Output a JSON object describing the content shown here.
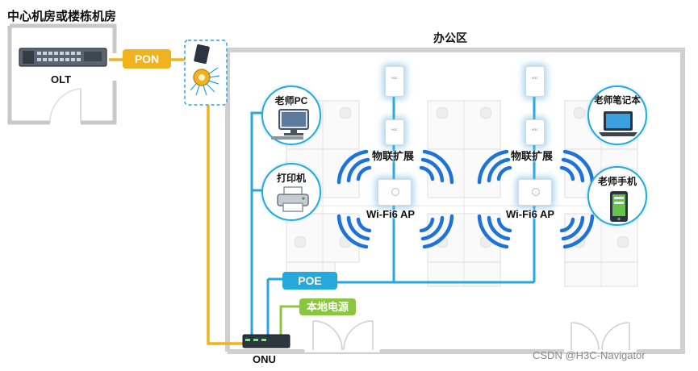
{
  "central_room": {
    "title": "中心机房或楼栋机房",
    "olt_label": "OLT"
  },
  "office": {
    "title": "办公区"
  },
  "links": {
    "pon": "PON",
    "poe": "POE",
    "local_power": "本地电源",
    "onu": "ONU"
  },
  "devices": {
    "teacher_pc": "老师PC",
    "printer": "打印机",
    "teacher_laptop": "老师笔记本",
    "teacher_phone": "老师手机"
  },
  "ap_groups": [
    {
      "iot_label": "物联扩展",
      "ap_label": "Wi-Fi6 AP",
      "brand": "H3C"
    },
    {
      "iot_label": "物联扩展",
      "ap_label": "Wi-Fi6 AP",
      "brand": "H3C"
    }
  ],
  "watermark": "CSDN @H3C-Navigator",
  "colors": {
    "fiber": "#f0b21f",
    "cable": "#25a9dd",
    "power": "#8cc63f",
    "wifi": "#1e73d8"
  }
}
